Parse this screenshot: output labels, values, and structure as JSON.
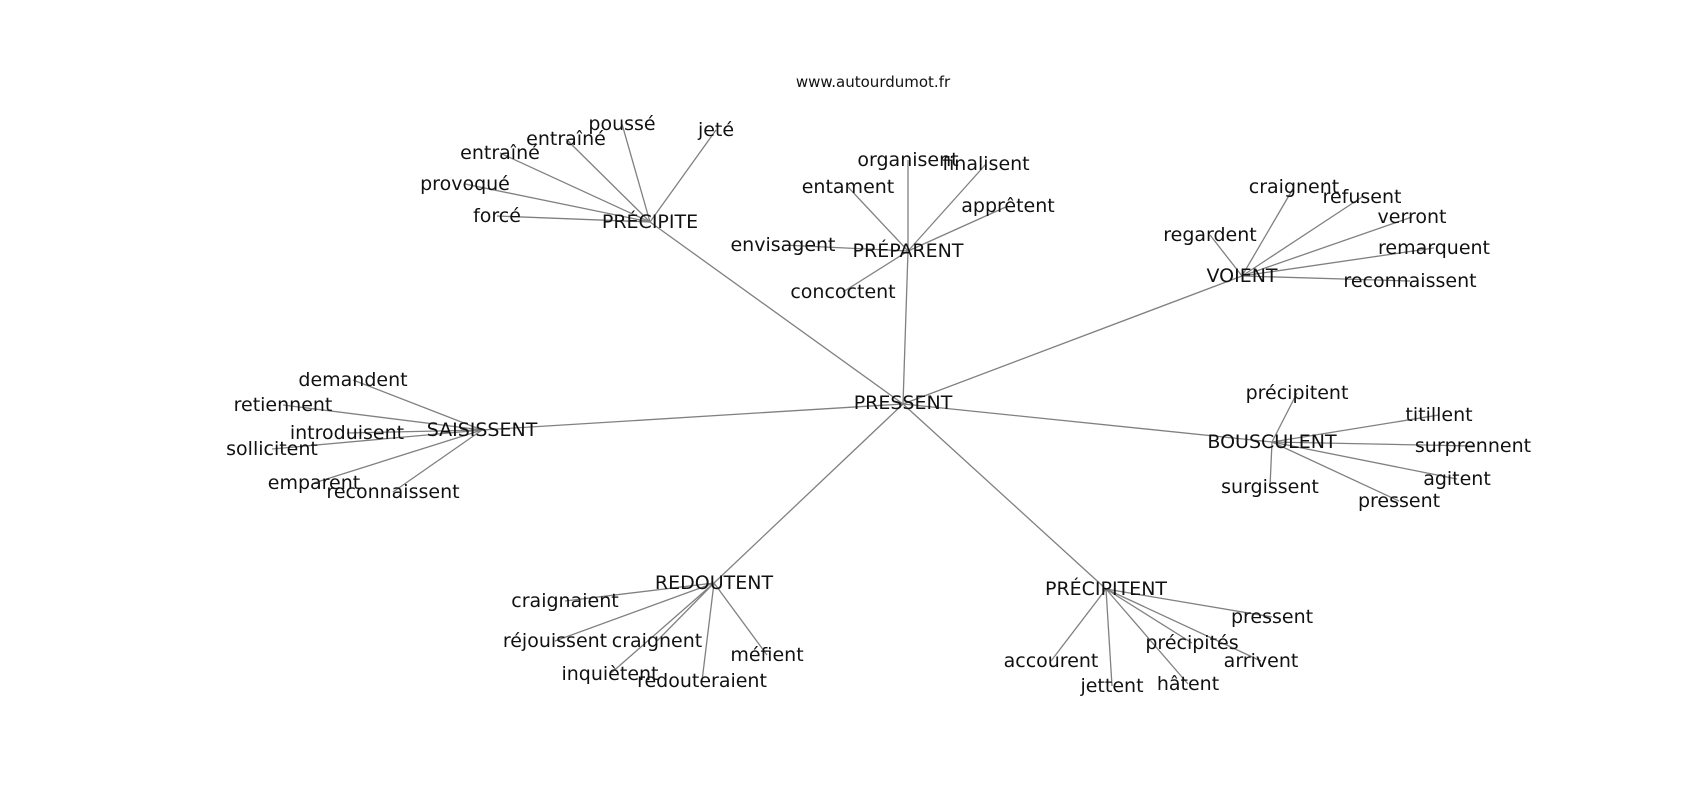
{
  "source": "www.autourdumot.fr",
  "center": "PRESSENT",
  "groups": [
    {
      "hub": "PRÉCIPITE",
      "words": [
        "poussé",
        "jeté",
        "entraîné",
        "entraîné",
        "provoqué",
        "forcé"
      ]
    },
    {
      "hub": "PRÉPARENT",
      "words": [
        "organisent",
        "finalisent",
        "entament",
        "apprêtent",
        "envisagent",
        "concoctent"
      ]
    },
    {
      "hub": "VOIENT",
      "words": [
        "craignent",
        "refusent",
        "regardent",
        "verront",
        "remarquent",
        "reconnaissent"
      ]
    },
    {
      "hub": "SAISISSENT",
      "words": [
        "demandent",
        "retiennent",
        "introduisent",
        "sollicitent",
        "emparent",
        "reconnaissent"
      ]
    },
    {
      "hub": "BOUSCULENT",
      "words": [
        "précipitent",
        "titillent",
        "surprennent",
        "agitent",
        "pressent",
        "surgissent"
      ]
    },
    {
      "hub": "REDOUTENT",
      "words": [
        "craignaient",
        "réjouissent",
        "craignent",
        "méfient",
        "inquiètent",
        "redouteraient"
      ]
    },
    {
      "hub": "PRÉCIPITENT",
      "words": [
        "pressent",
        "précipités",
        "arrivent",
        "accourent",
        "jettent",
        "hâtent"
      ]
    }
  ]
}
